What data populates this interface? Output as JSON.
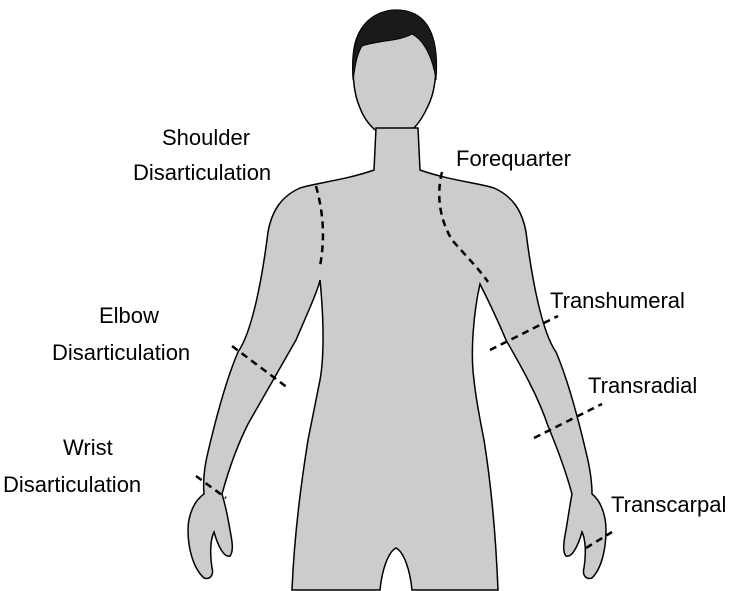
{
  "colors": {
    "body_fill": "#cccccc",
    "outline": "#000000",
    "hair": "#1a1a1a",
    "background": "#ffffff"
  },
  "labels": {
    "shoulder": {
      "line1": "Shoulder",
      "line2": "Disarticulation"
    },
    "forequarter": "Forequarter",
    "elbow": {
      "line1": "Elbow",
      "line2": "Disarticulation"
    },
    "transhumeral": "Transhumeral",
    "transradial": "Transradial",
    "wrist": {
      "line1": "Wrist",
      "line2": "Disarticulation"
    },
    "transcarpal": "Transcarpal"
  }
}
